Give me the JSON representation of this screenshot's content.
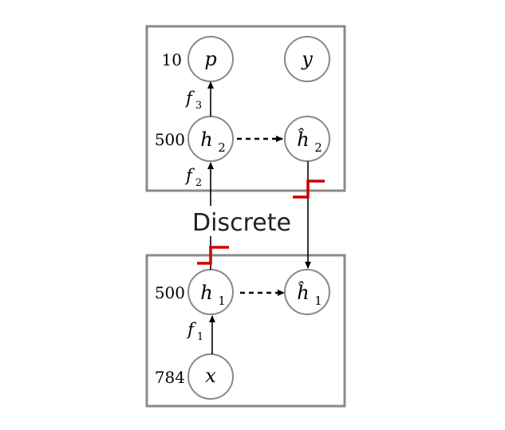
{
  "diagram": {
    "caption": "Discrete",
    "nodes": {
      "p": {
        "symbol": "p",
        "size_label": "10"
      },
      "y": {
        "symbol": "y"
      },
      "h2": {
        "symbol": "h",
        "subscript": "2",
        "size_label": "500"
      },
      "h2_hat": {
        "symbol": "ĥ",
        "subscript": "2"
      },
      "h1": {
        "symbol": "h",
        "subscript": "1",
        "size_label": "500"
      },
      "h1_hat": {
        "symbol": "ĥ",
        "subscript": "1"
      },
      "x": {
        "symbol": "x",
        "size_label": "784"
      }
    },
    "edge_labels": {
      "f1": {
        "symbol": "f",
        "subscript": "1"
      },
      "f2": {
        "symbol": "f",
        "subscript": "2"
      },
      "f3": {
        "symbol": "f",
        "subscript": "3"
      }
    },
    "colors": {
      "box_border": "#8a8a8a",
      "node_border": "#888888",
      "step_marker": "#cc0000",
      "arrow": "#000000"
    }
  }
}
